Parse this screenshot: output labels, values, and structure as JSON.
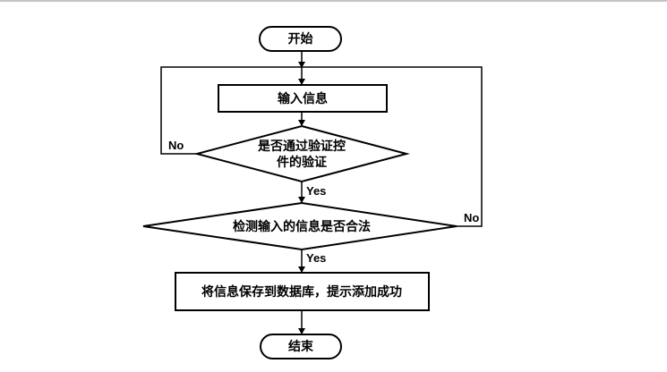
{
  "flowchart": {
    "start": "开始",
    "input": "输入信息",
    "decision_validation": [
      "是否通过验证控",
      "件的验证"
    ],
    "decision_legal": "检测输入的信息是否合法",
    "save": "将信息保存到数据库，提示添加成功",
    "end": "结束",
    "edge_yes_1": "Yes",
    "edge_yes_2": "Yes",
    "edge_no_1": "No",
    "edge_no_2": "No"
  }
}
